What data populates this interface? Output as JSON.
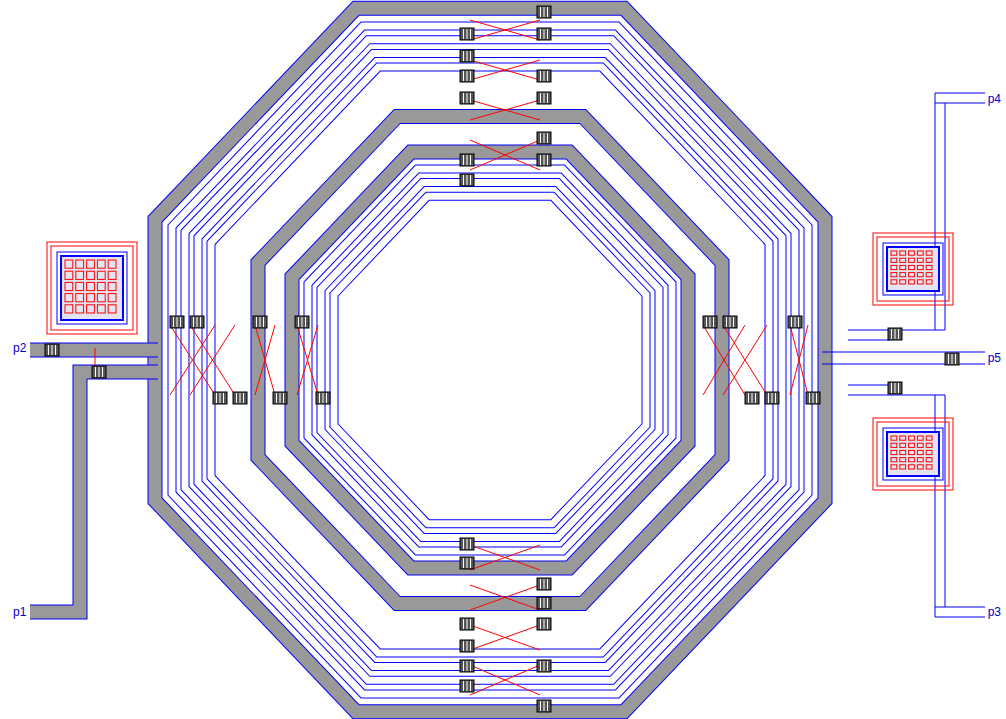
{
  "diagram": {
    "labels": [
      "p4",
      "p2",
      "p5",
      "p1",
      "p3"
    ]
  }
}
